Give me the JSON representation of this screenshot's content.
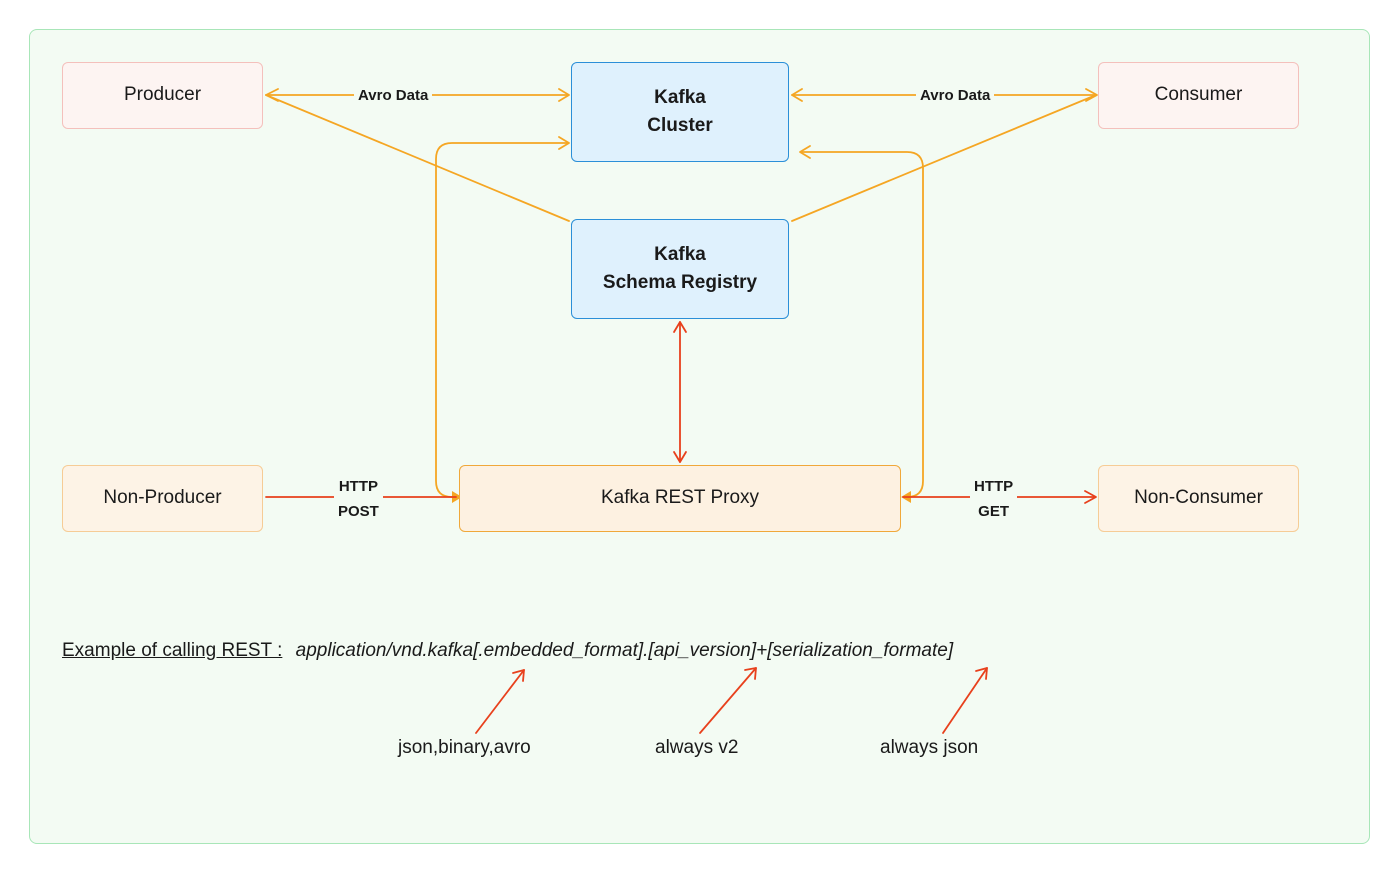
{
  "nodes": {
    "producer": "Producer",
    "consumer": "Consumer",
    "kafka_cluster": [
      "Kafka",
      "Cluster"
    ],
    "schema_registry": [
      "Kafka",
      "Schema Registry"
    ],
    "non_producer": "Non-Producer",
    "rest_proxy": "Kafka REST Proxy",
    "non_consumer": "Non-Consumer"
  },
  "edge_labels": {
    "producer_cluster": "Avro Data",
    "cluster_consumer": "Avro Data",
    "post": [
      "HTTP",
      "POST"
    ],
    "get": [
      "HTTP",
      "GET"
    ]
  },
  "example": {
    "label": "Example of calling REST :",
    "format": "application/vnd.kafka[.embedded_format].[api_version]+[serialization_formate]"
  },
  "annotations": {
    "embedded_format": "json,binary,avro",
    "api_version": "always v2",
    "serialization_format": "always json"
  },
  "colors": {
    "avro_link": "#f5a623",
    "http_link": "#e8401c",
    "canvas_border": "#a8e6b8",
    "kafka_border": "#2b8fd8"
  }
}
